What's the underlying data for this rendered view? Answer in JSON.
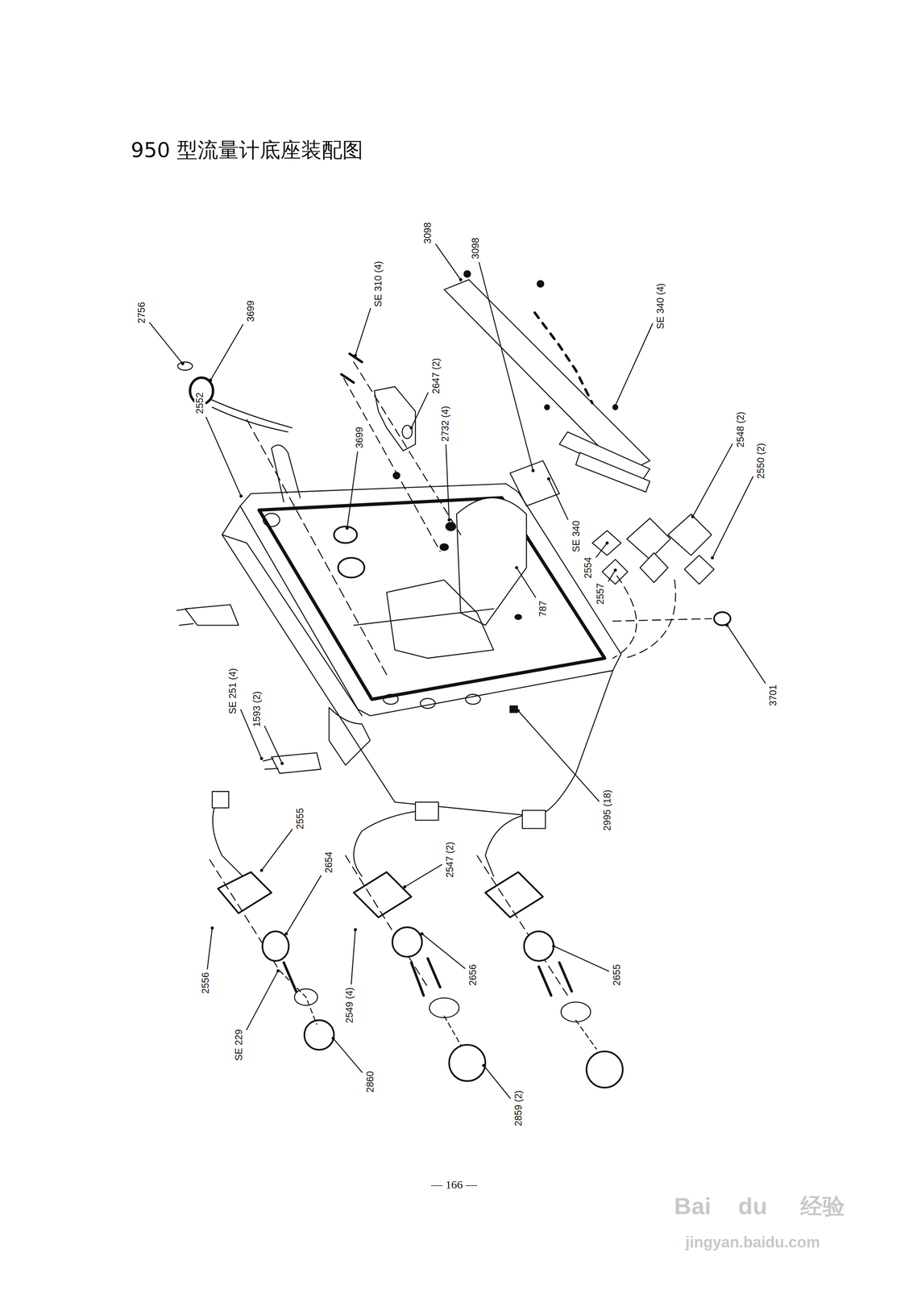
{
  "diagram": {
    "title": "950 型流量计底座装配图",
    "labels": [
      "2756",
      "3699",
      "SE 310 (4)",
      "3098",
      "SE 340 (4)",
      "2552",
      "2647 (2)",
      "3699",
      "2732 (4)",
      "3098",
      "SE 340",
      "2548 (2)",
      "2550 (2)",
      "2554",
      "2557",
      "787",
      "3701",
      "SE 251 (4)",
      "1593 (2)",
      "2995 (18)",
      "2555",
      "2654",
      "2547 (2)",
      "2556",
      "SE 229",
      "2549 (4)",
      "2656",
      "2655",
      "2860",
      "2859 (2)",
      "— 166 —",
      "Bai",
      "du",
      "经验",
      "jingyan.baidu.com"
    ]
  }
}
